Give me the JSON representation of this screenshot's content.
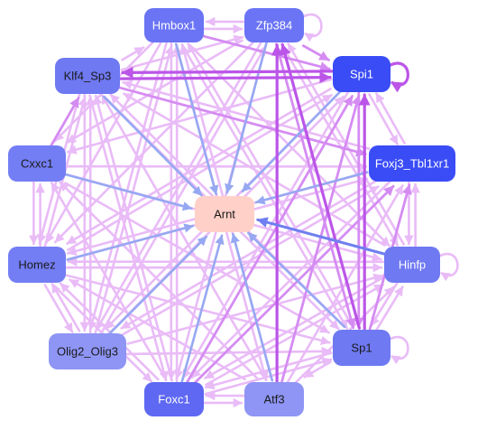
{
  "colors": {
    "edge_light": "#e9bbf7",
    "edge_mid": "#d58cf2",
    "edge_strong": "#bb55e8",
    "edge_blue": "#96a8f2",
    "edge_darkblue": "#6f7ff0",
    "center_fill": "#ffd0c8",
    "text_dark": "#1a1a1a",
    "text_light": "#ffffff"
  },
  "nodes": [
    {
      "id": "Hmbox1",
      "label": "Hmbox1",
      "fill": "#6a74f4",
      "text": "light"
    },
    {
      "id": "Zfp384",
      "label": "Zfp384",
      "fill": "#6a74f4",
      "text": "light"
    },
    {
      "id": "Klf4_Sp3",
      "label": "Klf4_Sp3",
      "fill": "#6f79f2",
      "text": "dark"
    },
    {
      "id": "Spi1",
      "label": "Spi1",
      "fill": "#3a4cf6",
      "text": "light"
    },
    {
      "id": "Cxxc1",
      "label": "Cxxc1",
      "fill": "#747ef4",
      "text": "dark"
    },
    {
      "id": "Foxj3_Tbl1xr1",
      "label": "Foxj3_Tbl1xr1",
      "fill": "#3a4cf6",
      "text": "light"
    },
    {
      "id": "Arnt",
      "label": "Arnt",
      "fill": "#ffd0c8",
      "text": "dark"
    },
    {
      "id": "Homez",
      "label": "Homez",
      "fill": "#747ef4",
      "text": "dark"
    },
    {
      "id": "Hinfp",
      "label": "Hinfp",
      "fill": "#6f79f2",
      "text": "light"
    },
    {
      "id": "Olig2_Olig3",
      "label": "Olig2_Olig3",
      "fill": "#8e95f4",
      "text": "dark"
    },
    {
      "id": "Sp1",
      "label": "Sp1",
      "fill": "#6f79f2",
      "text": "dark"
    },
    {
      "id": "Foxc1",
      "label": "Foxc1",
      "fill": "#5e68f2",
      "text": "light"
    },
    {
      "id": "Atf3",
      "label": "Atf3",
      "fill": "#8e95f4",
      "text": "dark"
    }
  ],
  "edges": [
    {
      "from": "Hmbox1",
      "to": "Arnt",
      "style": "blue"
    },
    {
      "from": "Zfp384",
      "to": "Arnt",
      "style": "blue"
    },
    {
      "from": "Klf4_Sp3",
      "to": "Arnt",
      "style": "blue"
    },
    {
      "from": "Spi1",
      "to": "Arnt",
      "style": "blue"
    },
    {
      "from": "Cxxc1",
      "to": "Arnt",
      "style": "blue"
    },
    {
      "from": "Foxj3_Tbl1xr1",
      "to": "Arnt",
      "style": "blue"
    },
    {
      "from": "Homez",
      "to": "Arnt",
      "style": "blue"
    },
    {
      "from": "Hinfp",
      "to": "Arnt",
      "style": "darkblue"
    },
    {
      "from": "Olig2_Olig3",
      "to": "Arnt",
      "style": "blue"
    },
    {
      "from": "Sp1",
      "to": "Arnt",
      "style": "blue"
    },
    {
      "from": "Foxc1",
      "to": "Arnt",
      "style": "blue"
    },
    {
      "from": "Atf3",
      "to": "Arnt",
      "style": "blue"
    },
    {
      "from": "Klf4_Sp3",
      "to": "Spi1",
      "style": "strong"
    },
    {
      "from": "Spi1",
      "to": "Klf4_Sp3",
      "style": "strong"
    },
    {
      "from": "Hmbox1",
      "to": "Zfp384",
      "style": "light"
    },
    {
      "from": "Zfp384",
      "to": "Hmbox1",
      "style": "light"
    },
    {
      "from": "Zfp384",
      "to": "Spi1",
      "style": "mid"
    },
    {
      "from": "Hmbox1",
      "to": "Spi1",
      "style": "mid"
    },
    {
      "from": "Klf4_Sp3",
      "to": "Hmbox1",
      "style": "light"
    },
    {
      "from": "Klf4_Sp3",
      "to": "Zfp384",
      "style": "light"
    },
    {
      "from": "Spi1",
      "to": "Foxj3_Tbl1xr1",
      "style": "light"
    },
    {
      "from": "Foxj3_Tbl1xr1",
      "to": "Spi1",
      "style": "light"
    },
    {
      "from": "Klf4_Sp3",
      "to": "Foxj3_Tbl1xr1",
      "style": "mid"
    },
    {
      "from": "Foxj3_Tbl1xr1",
      "to": "Klf4_Sp3",
      "style": "light"
    },
    {
      "from": "Cxxc1",
      "to": "Klf4_Sp3",
      "style": "mid"
    },
    {
      "from": "Cxxc1",
      "to": "Homez",
      "style": "light"
    },
    {
      "from": "Homez",
      "to": "Cxxc1",
      "style": "light"
    },
    {
      "from": "Homez",
      "to": "Olig2_Olig3",
      "style": "light"
    },
    {
      "from": "Olig2_Olig3",
      "to": "Homez",
      "style": "light"
    },
    {
      "from": "Foxc1",
      "to": "Atf3",
      "style": "light"
    },
    {
      "from": "Atf3",
      "to": "Foxc1",
      "style": "light"
    },
    {
      "from": "Sp1",
      "to": "Hinfp",
      "style": "light"
    },
    {
      "from": "Hinfp",
      "to": "Sp1",
      "style": "light"
    },
    {
      "from": "Hinfp",
      "to": "Foxj3_Tbl1xr1",
      "style": "light"
    },
    {
      "from": "Foxj3_Tbl1xr1",
      "to": "Hinfp",
      "style": "light"
    },
    {
      "from": "Sp1",
      "to": "Spi1",
      "style": "strong"
    },
    {
      "from": "Spi1",
      "to": "Sp1",
      "style": "mid"
    },
    {
      "from": "Sp1",
      "to": "Zfp384",
      "style": "strong"
    },
    {
      "from": "Zfp384",
      "to": "Sp1",
      "style": "mid"
    },
    {
      "from": "Atf3",
      "to": "Zfp384",
      "style": "strong"
    },
    {
      "from": "Sp1",
      "to": "Foxj3_Tbl1xr1",
      "style": "mid"
    },
    {
      "from": "Foxc1",
      "to": "Foxj3_Tbl1xr1",
      "style": "mid"
    },
    {
      "from": "Sp1",
      "to": "Klf4_Sp3",
      "style": "light"
    },
    {
      "from": "Klf4_Sp3",
      "to": "Sp1",
      "style": "light"
    },
    {
      "from": "Foxc1",
      "to": "Klf4_Sp3",
      "style": "light"
    },
    {
      "from": "Klf4_Sp3",
      "to": "Foxc1",
      "style": "light"
    },
    {
      "from": "Atf3",
      "to": "Klf4_Sp3",
      "style": "light"
    },
    {
      "from": "Olig2_Olig3",
      "to": "Klf4_Sp3",
      "style": "light"
    },
    {
      "from": "Klf4_Sp3",
      "to": "Olig2_Olig3",
      "style": "light"
    },
    {
      "from": "Homez",
      "to": "Klf4_Sp3",
      "style": "light"
    },
    {
      "from": "Klf4_Sp3",
      "to": "Homez",
      "style": "light"
    },
    {
      "from": "Hmbox1",
      "to": "Foxc1",
      "style": "light"
    },
    {
      "from": "Foxc1",
      "to": "Hmbox1",
      "style": "light"
    },
    {
      "from": "Hmbox1",
      "to": "Sp1",
      "style": "light"
    },
    {
      "from": "Sp1",
      "to": "Hmbox1",
      "style": "light"
    },
    {
      "from": "Hmbox1",
      "to": "Atf3",
      "style": "light"
    },
    {
      "from": "Hmbox1",
      "to": "Homez",
      "style": "light"
    },
    {
      "from": "Hmbox1",
      "to": "Olig2_Olig3",
      "style": "light"
    },
    {
      "from": "Olig2_Olig3",
      "to": "Hmbox1",
      "style": "light"
    },
    {
      "from": "Hmbox1",
      "to": "Cxxc1",
      "style": "light"
    },
    {
      "from": "Hmbox1",
      "to": "Hinfp",
      "style": "light"
    },
    {
      "from": "Zfp384",
      "to": "Foxc1",
      "style": "light"
    },
    {
      "from": "Zfp384",
      "to": "Homez",
      "style": "light"
    },
    {
      "from": "Zfp384",
      "to": "Cxxc1",
      "style": "light"
    },
    {
      "from": "Zfp384",
      "to": "Olig2_Olig3",
      "style": "light"
    },
    {
      "from": "Zfp384",
      "to": "Hinfp",
      "style": "light"
    },
    {
      "from": "Spi1",
      "to": "Homez",
      "style": "light"
    },
    {
      "from": "Homez",
      "to": "Spi1",
      "style": "light"
    },
    {
      "from": "Spi1",
      "to": "Cxxc1",
      "style": "light"
    },
    {
      "from": "Spi1",
      "to": "Foxc1",
      "style": "light"
    },
    {
      "from": "Foxc1",
      "to": "Spi1",
      "style": "mid"
    },
    {
      "from": "Spi1",
      "to": "Olig2_Olig3",
      "style": "light"
    },
    {
      "from": "Olig2_Olig3",
      "to": "Spi1",
      "style": "light"
    },
    {
      "from": "Atf3",
      "to": "Spi1",
      "style": "mid"
    },
    {
      "from": "Cxxc1",
      "to": "Foxj3_Tbl1xr1",
      "style": "light"
    },
    {
      "from": "Cxxc1",
      "to": "Sp1",
      "style": "light"
    },
    {
      "from": "Cxxc1",
      "to": "Hinfp",
      "style": "light"
    },
    {
      "from": "Homez",
      "to": "Foxj3_Tbl1xr1",
      "style": "light"
    },
    {
      "from": "Homez",
      "to": "Sp1",
      "style": "light"
    },
    {
      "from": "Homez",
      "to": "Hinfp",
      "style": "light"
    },
    {
      "from": "Homez",
      "to": "Foxc1",
      "style": "light"
    },
    {
      "from": "Olig2_Olig3",
      "to": "Foxj3_Tbl1xr1",
      "style": "light"
    },
    {
      "from": "Olig2_Olig3",
      "to": "Hinfp",
      "style": "light"
    },
    {
      "from": "Olig2_Olig3",
      "to": "Sp1",
      "style": "light"
    },
    {
      "from": "Olig2_Olig3",
      "to": "Zfp384",
      "style": "light"
    },
    {
      "from": "Foxc1",
      "to": "Homez",
      "style": "light"
    },
    {
      "from": "Foxc1",
      "to": "Cxxc1",
      "style": "light"
    },
    {
      "from": "Foxc1",
      "to": "Hinfp",
      "style": "light"
    },
    {
      "from": "Foxc1",
      "to": "Sp1",
      "style": "light"
    },
    {
      "from": "Atf3",
      "to": "Hmbox1",
      "style": "light"
    },
    {
      "from": "Atf3",
      "to": "Homez",
      "style": "light"
    },
    {
      "from": "Atf3",
      "to": "Cxxc1",
      "style": "light"
    },
    {
      "from": "Atf3",
      "to": "Foxj3_Tbl1xr1",
      "style": "light"
    },
    {
      "from": "Atf3",
      "to": "Hinfp",
      "style": "light"
    },
    {
      "from": "Hinfp",
      "to": "Klf4_Sp3",
      "style": "light"
    },
    {
      "from": "Hinfp",
      "to": "Zfp384",
      "style": "light"
    },
    {
      "from": "Hinfp",
      "to": "Homez",
      "style": "light"
    },
    {
      "from": "Hinfp",
      "to": "Foxc1",
      "style": "light"
    },
    {
      "from": "Foxj3_Tbl1xr1",
      "to": "Homez",
      "style": "light"
    },
    {
      "from": "Foxj3_Tbl1xr1",
      "to": "Foxc1",
      "style": "light"
    },
    {
      "from": "Foxj3_Tbl1xr1",
      "to": "Olig2_Olig3",
      "style": "light"
    },
    {
      "from": "Sp1",
      "to": "Foxc1",
      "style": "light"
    },
    {
      "from": "Sp1",
      "to": "Atf3",
      "style": "light"
    }
  ],
  "self_loops": [
    {
      "node": "Zfp384",
      "style": "light"
    },
    {
      "node": "Spi1",
      "style": "strong"
    },
    {
      "node": "Hinfp",
      "style": "light"
    },
    {
      "node": "Sp1",
      "style": "light"
    }
  ]
}
